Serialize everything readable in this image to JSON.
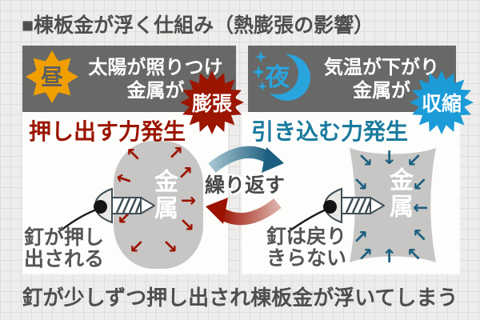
{
  "title": "■棟板金が浮く仕組み（熱膨張の影響）",
  "caption": "釘が少しずつ押し出され棟板金が浮いてしまう",
  "cycle": {
    "label": "繰り返す"
  },
  "day_panel": {
    "icon": "sun-icon",
    "icon_label": "昼",
    "headline_line1": "太陽が照りつけ",
    "headline_line2": "金属が",
    "badge_label": "膨張",
    "force_label": "押し出す力発生",
    "metal_label": "金属",
    "nail_note_line1": "釘が押し",
    "nail_note_line2": "出される",
    "arrows": [
      "↖",
      "↗",
      "←",
      "↗",
      "→",
      "↙",
      "↘",
      "↙",
      "↘"
    ]
  },
  "night_panel": {
    "icon": "moon-icon",
    "icon_label": "夜",
    "headline_line1": "気温が下がり",
    "headline_line2": "金属が",
    "badge_label": "収縮",
    "force_label": "引き込む力発生",
    "metal_label": "金属",
    "nail_note_line1": "釘は戻り",
    "nail_note_line2": "きらない",
    "arrows": [
      "↘",
      "↓",
      "↙",
      "↘",
      "↙",
      "←",
      "↗",
      "↖",
      "↗",
      "↑",
      "↖"
    ]
  },
  "colors": {
    "expansion_red": "#9b1500",
    "contraction_blue": "#1b9bd7",
    "inward_arrow_teal": "#1d5f80",
    "force_teal_text": "#1a7a9e",
    "header_gray": "#686867",
    "sun_orange": "#f09f00",
    "moon_blue": "#2aa4dc",
    "metal_gray": "#c7c6c4",
    "text_dark_gray": "#4e4e4e"
  }
}
